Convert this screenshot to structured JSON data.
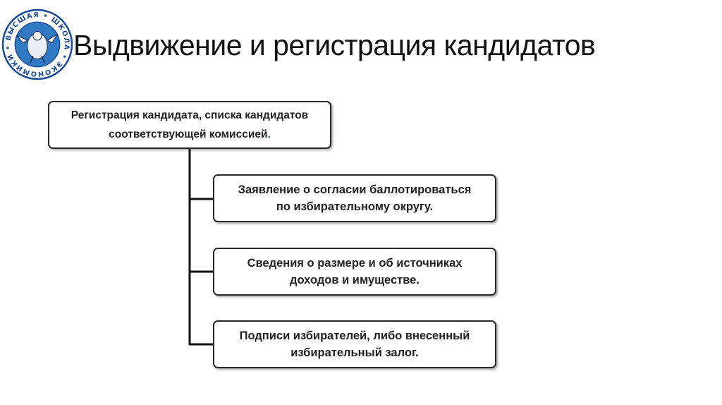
{
  "title": "Выдвижение и регистрация кандидатов",
  "logo": {
    "ring_text": "ВЫСШАЯ • ШКОЛА • ЭКОНОМИКИ •",
    "colors": {
      "ring": "#1d4b9b",
      "inner": "#2f7ac2"
    }
  },
  "diagram": {
    "root": {
      "line1": "Регистрация кандидата, списка кандидатов",
      "line2": "соответствующей комиссией",
      "trailing_dot": "."
    },
    "children": [
      {
        "line1": "Заявление о согласии баллотироваться",
        "line2": "по избирательному округу."
      },
      {
        "line1": "Сведения о размере и об источниках",
        "line2": "доходов и имуществе."
      },
      {
        "line1": "Подписи избирателей, либо внесенный",
        "line2": "избирательный залог."
      }
    ]
  }
}
